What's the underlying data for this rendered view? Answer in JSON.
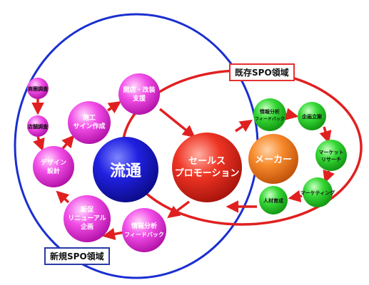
{
  "regions": {
    "existing_label": "既存SPO領域",
    "new_label": "新規SPO領域"
  },
  "nodes": {
    "shopping_survey": "商圏調査",
    "store_survey": "店舗調査",
    "design_line1": "デザイン",
    "design_line2": "設計",
    "construction_line1": "施工",
    "construction_line2": "サイン作成",
    "store_support_line1": "開店・改装",
    "store_support_line2": "支援",
    "distribution": "流通",
    "sales_promo_line1": "セールス",
    "sales_promo_line2": "プロモーション",
    "maker": "メーカー",
    "renewal_line1": "販促",
    "renewal_line2": "リニューアル",
    "renewal_line3": "企画",
    "info_bottom_line1": "情報分析",
    "info_bottom_line2": "フィードバック",
    "info_top_line1": "情報分析",
    "info_top_line2": "フィードバック",
    "planning": "企画立案",
    "research_line1": "マーケット",
    "research_line2": "リサーチ",
    "marketing": "マーケティング",
    "hr": "人材育成"
  },
  "colors": {
    "blue_boundary": "#1a2fd0",
    "red_boundary": "#e02020",
    "magenta": "#e030d8",
    "blue_core": "#1a1ad8",
    "red_core": "#e82a20",
    "orange_core": "#f57a20",
    "green": "#2fd62f",
    "arrow": "#e02020"
  }
}
